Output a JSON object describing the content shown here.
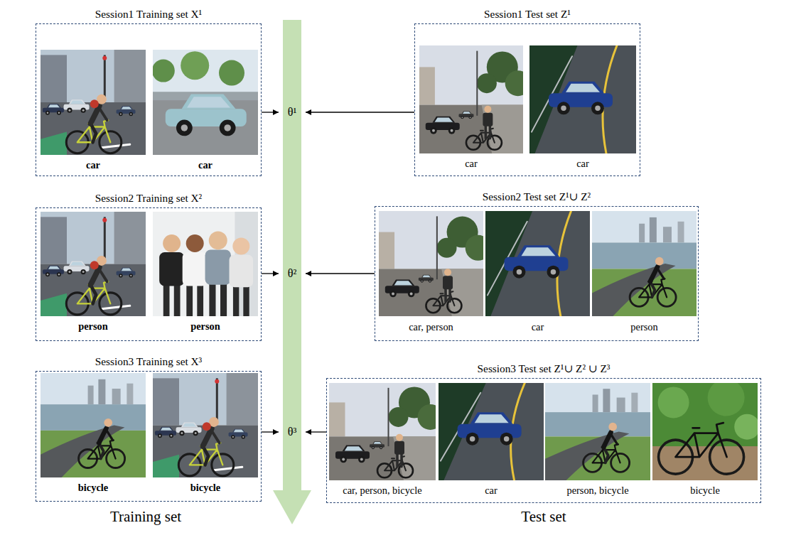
{
  "diagram": {
    "nodes": [
      {
        "text": [
          "Session1 Training set X¹"
        ]
      },
      {
        "text": [
          "car"
        ],
        "in": 0
      },
      {
        "text": [
          "car"
        ],
        "in": 0
      },
      {
        "text": [
          "θ¹"
        ]
      },
      {
        "text": [
          "Session1 Test set Z¹"
        ]
      },
      {
        "text": [
          "car"
        ],
        "in": 4
      },
      {
        "text": [
          "car"
        ],
        "in": 4
      },
      {
        "text": [
          "Session2 Training set X²"
        ]
      },
      {
        "text": [
          "person"
        ],
        "in": 7
      },
      {
        "text": [
          "person"
        ],
        "in": 7
      },
      {
        "text": [
          "θ²"
        ]
      },
      {
        "text": [
          "Session2 Test set Z¹∪ Z²"
        ]
      },
      {
        "text": [
          "car, person"
        ],
        "in": 11
      },
      {
        "text": [
          "car"
        ],
        "in": 11
      },
      {
        "text": [
          "person"
        ],
        "in": 11
      },
      {
        "text": [
          "Session3 Training set X³"
        ]
      },
      {
        "text": [
          "bicycle"
        ],
        "in": 15
      },
      {
        "text": [
          "bicycle"
        ],
        "in": 15
      },
      {
        "text": [
          "θ³"
        ]
      },
      {
        "text": [
          "Session3 Test set Z¹∪ Z² ∪ Z³"
        ]
      },
      {
        "text": [
          "car, person, bicycle"
        ],
        "in": 19
      },
      {
        "text": [
          "car"
        ],
        "in": 19
      },
      {
        "text": [
          "person, bicycle"
        ],
        "in": 19
      },
      {
        "text": [
          "bicycle"
        ],
        "in": 19
      }
    ],
    "edges": [
      {
        "from": 0,
        "to": 3,
        "arrow": "to"
      },
      {
        "from": 4,
        "to": 3,
        "arrow": "to"
      },
      {
        "from": 7,
        "to": 10,
        "arrow": "to"
      },
      {
        "from": 11,
        "to": 10,
        "arrow": "to"
      },
      {
        "from": 15,
        "to": 18,
        "arrow": "to"
      },
      {
        "from": 19,
        "to": 18,
        "arrow": "to"
      }
    ],
    "labels": [
      "Training set",
      "Test set"
    ]
  }
}
